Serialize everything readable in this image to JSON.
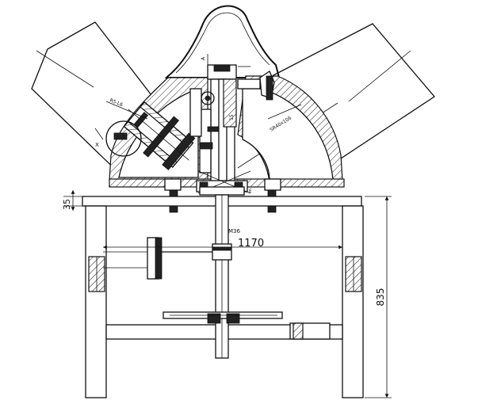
{
  "drawing": {
    "dimensions": {
      "plate_thickness": "35",
      "frame_width": "1170",
      "frame_height": "835",
      "thread_size": "M36"
    },
    "small_labels": {
      "left_arm": "R5-L6",
      "right_arm": "SR40x106",
      "shaft_mark": "15",
      "top_mark": "A",
      "left_tick": "X",
      "center_mark": "E"
    }
  }
}
